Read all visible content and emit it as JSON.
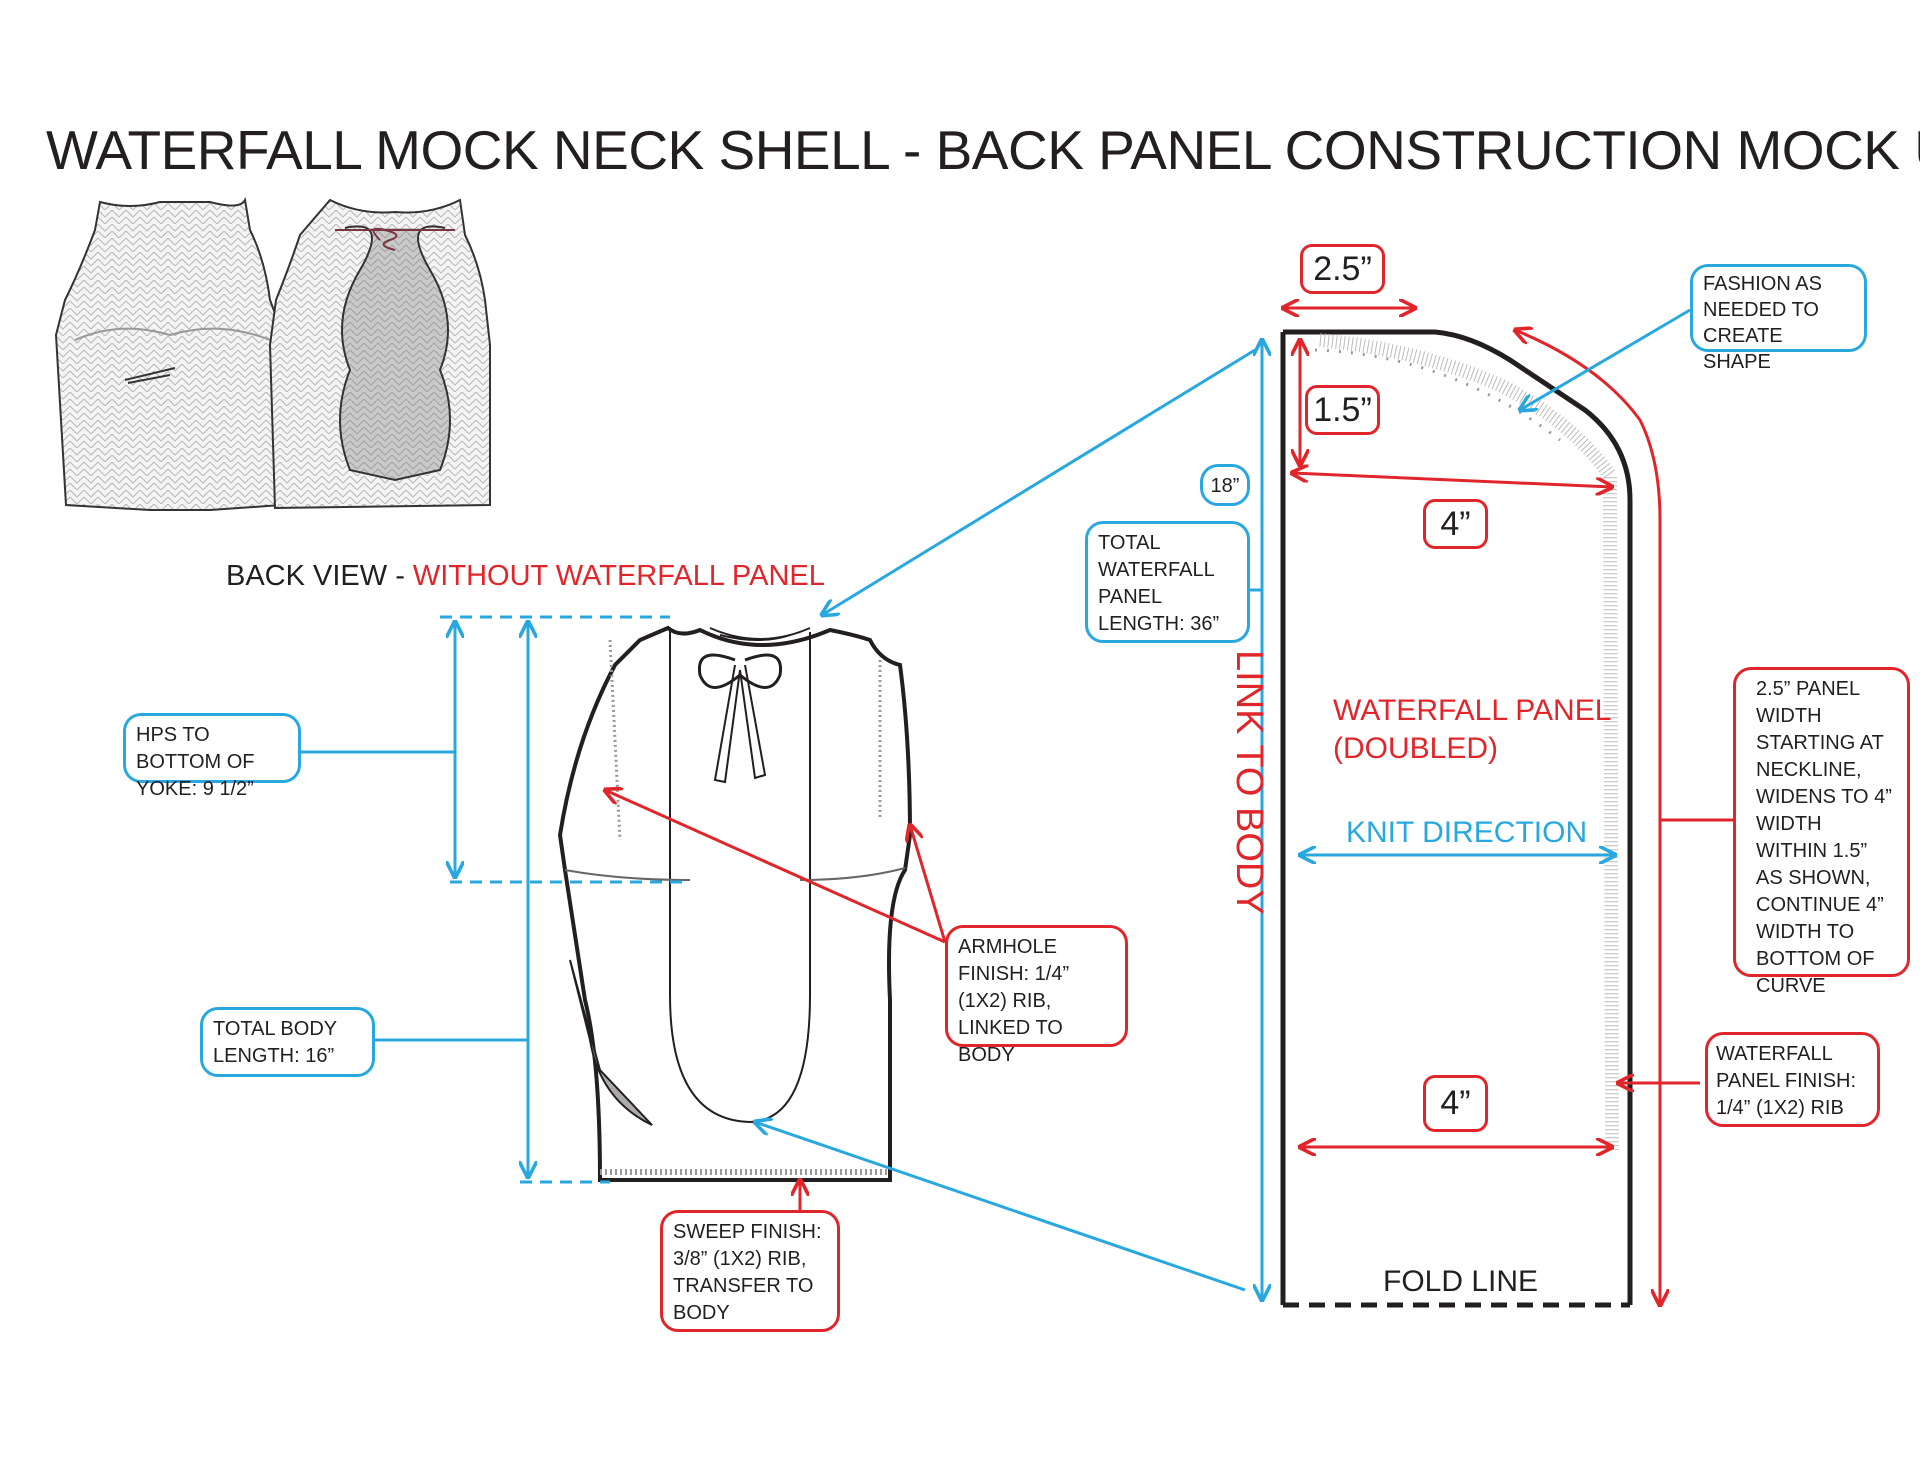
{
  "title": "WATERFALL MOCK NECK SHELL - BACK PANEL CONSTRUCTION MOCK UP",
  "back_view": {
    "label": "BACK VIEW - ",
    "label_accent": "WITHOUT WATERFALL PANEL"
  },
  "callouts": {
    "hps": "HPS TO BOTTOM OF YOKE: 9 1/2”",
    "total_body": "TOTAL BODY LENGTH: 16”",
    "armhole": "ARMHOLE FINISH: 1/4” (1X2) RIB, LINKED TO BODY",
    "sweep": "SWEEP FINISH: 3/8” (1X2) RIB, TRANSFER TO BODY",
    "panel_length_small": "18”",
    "total_waterfall": "TOTAL WATERFALL PANEL LENGTH: 36”",
    "fashion": "FASHION AS NEEDED TO CREATE SHAPE",
    "panel_width": "2.5” PANEL WIDTH STARTING AT NECKLINE, WIDENS TO 4” WIDTH WITHIN 1.5” AS SHOWN, CONTINUE 4” WIDTH TO BOTTOM OF CURVE",
    "waterfall_finish": "WATERFALL PANEL FINISH: 1/4” (1X2) RIB"
  },
  "dimensions": {
    "top_width": "2.5”",
    "top_height": "1.5”",
    "upper_width": "4”",
    "lower_width": "4”"
  },
  "panel": {
    "link_to_body": "LINK TO BODY",
    "name": "WATERFALL PANEL",
    "doubled": "(DOUBLED)",
    "knit_direction": "KNIT DIRECTION",
    "fold_line": "FOLD LINE"
  },
  "colors": {
    "blue": "#29a8e0",
    "red": "#e0262b",
    "ink": "#231f20"
  }
}
